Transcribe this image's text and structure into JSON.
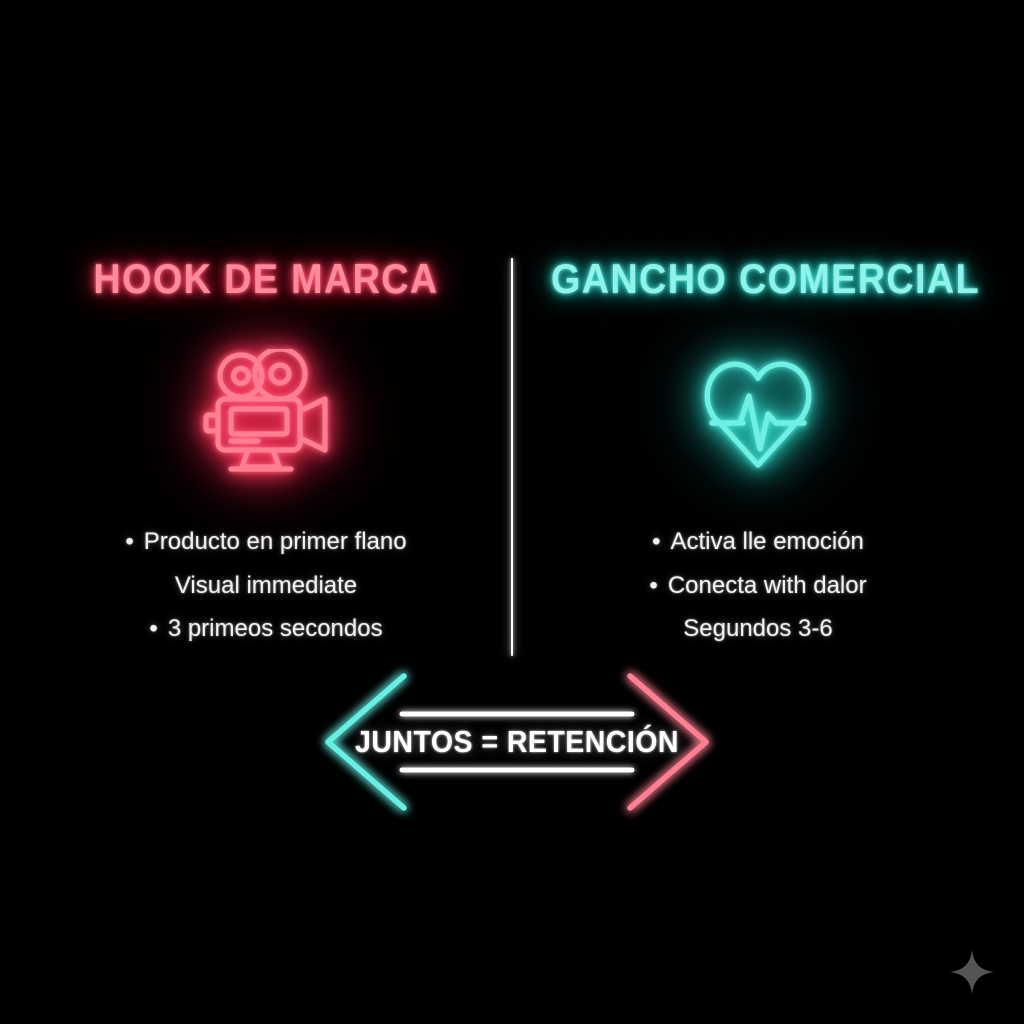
{
  "canvas": {
    "background": "#000000",
    "accent_pink": "#ff6b82",
    "accent_cyan": "#5ce8dd",
    "text_white": "#f2f2f2"
  },
  "left_panel": {
    "heading": "HOOK DE MARCA",
    "icon": "movie-camera-icon",
    "color": "#ff6b82",
    "bullets": [
      {
        "text": "Producto en primer flano",
        "bullet": true
      },
      {
        "text": "Visual immediate",
        "bullet": false
      },
      {
        "text": "3 primeos secondos",
        "bullet": true
      }
    ]
  },
  "right_panel": {
    "heading": "GANCHO COMERCIAL",
    "icon": "heart-pulse-icon",
    "color": "#5ce8dd",
    "bullets": [
      {
        "text": "Activa lle emoción",
        "bullet": true
      },
      {
        "text": "Conecta with dalor",
        "bullet": true
      },
      {
        "text": "Segundos 3-6",
        "bullet": false
      }
    ]
  },
  "banner": {
    "label": "JUNTOS = RETENCIÓN",
    "left_arrow_color": "#5ce8dd",
    "right_arrow_color": "#ff6b82",
    "rail_color": "#ffffff"
  },
  "watermark": {
    "icon": "sparkle-star-icon",
    "color": "#9a9a9a"
  }
}
